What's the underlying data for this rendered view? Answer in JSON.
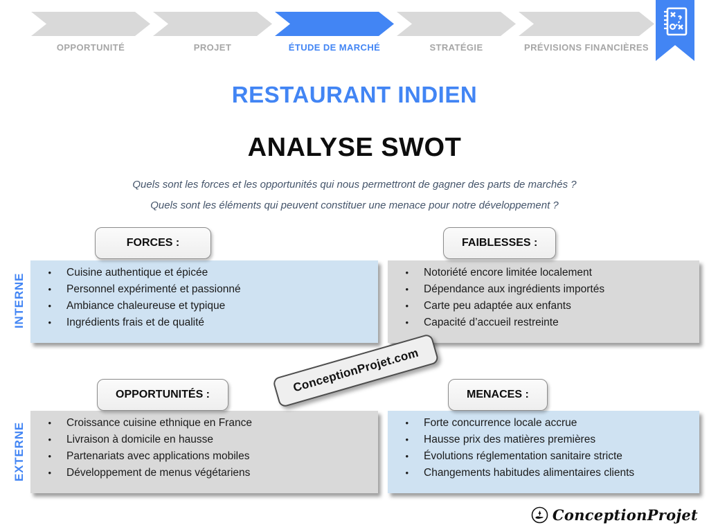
{
  "breadcrumb": {
    "steps": [
      {
        "label": "OPPORTUNITÉ",
        "active": false
      },
      {
        "label": "PROJET",
        "active": false
      },
      {
        "label": "ÉTUDE DE MARCHÉ",
        "active": true
      },
      {
        "label": "STRATÉGIE",
        "active": false
      },
      {
        "label": "PRÉVISIONS FINANCIÈRES",
        "active": false
      }
    ]
  },
  "titles": {
    "main": "RESTAURANT INDIEN",
    "subtitle": "ANALYSE SWOT"
  },
  "questions": [
    "Quels sont les forces et les opportunités qui nous permettront de gagner des parts de marchés ?",
    "Quels sont les éléments qui peuvent constituer une menace pour notre développement ?"
  ],
  "swot": {
    "rows": [
      {
        "label": "INTERNE"
      },
      {
        "label": "EXTERNE"
      }
    ],
    "quadrants": [
      {
        "header": "FORCES :",
        "tone": "blue",
        "items": [
          "Cuisine authentique et épicée",
          "Personnel expérimenté et passionné",
          "Ambiance chaleureuse et typique",
          "Ingrédients frais et de qualité"
        ]
      },
      {
        "header": "FAIBLESSES :",
        "tone": "gray",
        "items": [
          "Notoriété encore limitée localement",
          "Dépendance aux ingrédients importés",
          "Carte peu adaptée aux enfants",
          "Capacité d’accueil restreinte"
        ]
      },
      {
        "header": "OPPORTUNITÉS :",
        "tone": "gray",
        "items": [
          "Croissance cuisine ethnique en France",
          "Livraison à domicile en hausse",
          "Partenariats avec applications mobiles",
          "Développement de menus végétariens"
        ]
      },
      {
        "header": "MENACES :",
        "tone": "blue",
        "items": [
          "Forte concurrence locale accrue",
          "Hausse prix des matières premières",
          "Évolutions réglementation sanitaire stricte",
          "Changements habitudes alimentaires clients"
        ]
      }
    ]
  },
  "watermark": {
    "text": "ConceptionProjet.com"
  },
  "footer": {
    "logo_text": "ConceptionProjet"
  },
  "icons": {
    "bookmark": "strategy-notebook-icon",
    "footer": "hand-logo-icon"
  },
  "bullet_char": "•",
  "colors": {
    "accent_blue": "#4285f4",
    "box_blue": "#cfe2f2",
    "box_gray": "#d9d9d9",
    "step_gray": "#d9d9d9",
    "step_label_gray": "#a6a6a6",
    "question_text": "#44546a"
  }
}
